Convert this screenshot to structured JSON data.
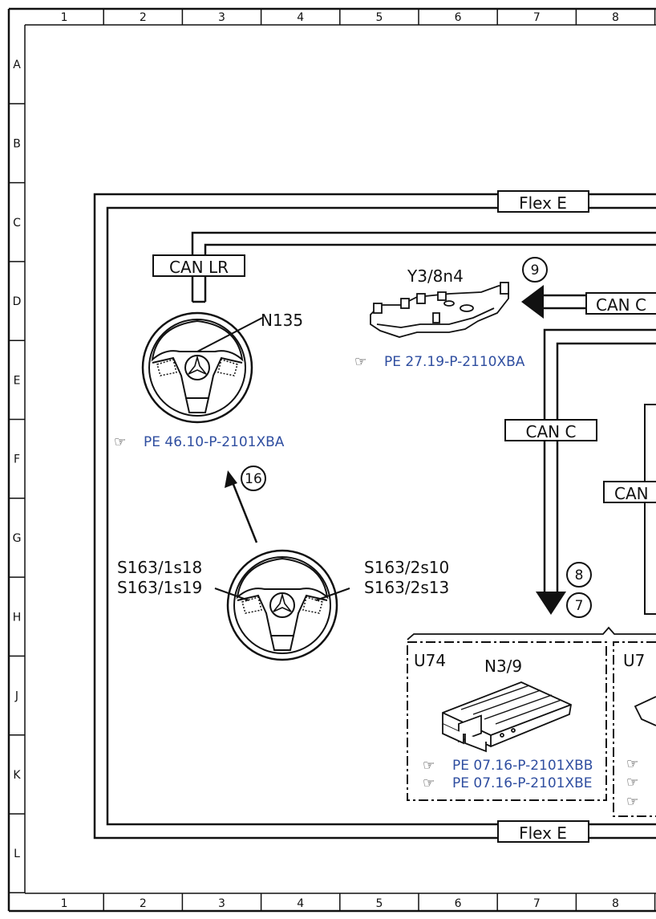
{
  "grid": {
    "columns": [
      "1",
      "2",
      "3",
      "4",
      "5",
      "6",
      "7",
      "8"
    ],
    "rows": [
      "A",
      "B",
      "C",
      "D",
      "E",
      "F",
      "G",
      "H",
      "J",
      "K",
      "L"
    ]
  },
  "bus_labels": {
    "flex_e_top": "Flex E",
    "flex_e_bottom": "Flex E",
    "can_lr": "CAN LR",
    "can_c_right": "CAN C",
    "can_c_vertical": "CAN C",
    "can_c_cut": "CAN"
  },
  "components": {
    "y3_8n4": "Y3/8n4",
    "n135": "N135",
    "s163_1s18": "S163/1s18",
    "s163_1s19": "S163/1s19",
    "s163_2s10": "S163/2s10",
    "s163_2s13": "S163/2s13",
    "u74": "U74",
    "n3_9": "N3/9",
    "u75_cut": "U7"
  },
  "references": {
    "y3_8n4": "PE 27.19-P-2110XBA",
    "n135": "PE 46.10-P-2101XBA",
    "n3_9_a": "PE 07.16-P-2101XBB",
    "n3_9_b": "PE 07.16-P-2101XBE"
  },
  "markers": {
    "m9": "9",
    "m16": "16",
    "m8": "8",
    "m7": "7"
  }
}
